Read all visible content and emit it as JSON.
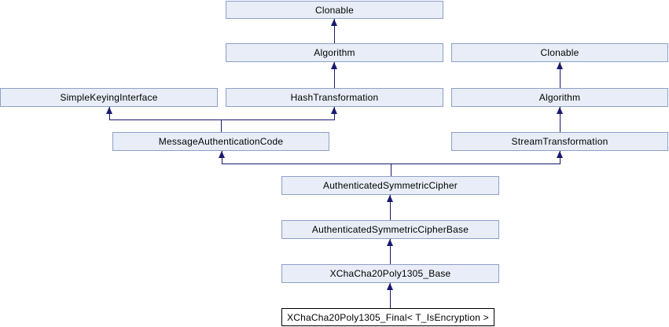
{
  "diagram": {
    "kind": "class-inheritance-graph",
    "colors": {
      "node_fill": "#E8EDF7",
      "node_border": "#8DA0C8",
      "edge": "#191970",
      "text": "#000000",
      "current_fill": "#FFFFFF",
      "current_border": "#000000",
      "background": "#FFFFFF"
    },
    "nodes": [
      {
        "id": "clonable-top",
        "label": "Clonable"
      },
      {
        "id": "algorithm-mid",
        "label": "Algorithm"
      },
      {
        "id": "clonable-right",
        "label": "Clonable"
      },
      {
        "id": "simple-keying-interface",
        "label": "SimpleKeyingInterface"
      },
      {
        "id": "hash-transformation",
        "label": "HashTransformation"
      },
      {
        "id": "algorithm-right",
        "label": "Algorithm"
      },
      {
        "id": "message-authentication-code",
        "label": "MessageAuthenticationCode"
      },
      {
        "id": "stream-transformation",
        "label": "StreamTransformation"
      },
      {
        "id": "authenticated-symmetric-cipher",
        "label": "AuthenticatedSymmetricCipher"
      },
      {
        "id": "authenticated-symmetric-cipher-base",
        "label": "AuthenticatedSymmetricCipherBase"
      },
      {
        "id": "xchacha20poly1305-base",
        "label": "XChaCha20Poly1305_Base"
      },
      {
        "id": "xchacha20poly1305-final",
        "label": "XChaCha20Poly1305_Final< T_IsEncryption >",
        "current": true
      }
    ],
    "edges": [
      {
        "from": "algorithm-mid",
        "to": "clonable-top"
      },
      {
        "from": "hash-transformation",
        "to": "algorithm-mid"
      },
      {
        "from": "algorithm-right",
        "to": "clonable-right"
      },
      {
        "from": "stream-transformation",
        "to": "algorithm-right"
      },
      {
        "from": "message-authentication-code",
        "to": "simple-keying-interface"
      },
      {
        "from": "message-authentication-code",
        "to": "hash-transformation"
      },
      {
        "from": "authenticated-symmetric-cipher",
        "to": "message-authentication-code"
      },
      {
        "from": "authenticated-symmetric-cipher",
        "to": "stream-transformation"
      },
      {
        "from": "authenticated-symmetric-cipher-base",
        "to": "authenticated-symmetric-cipher"
      },
      {
        "from": "xchacha20poly1305-base",
        "to": "authenticated-symmetric-cipher-base"
      },
      {
        "from": "xchacha20poly1305-final",
        "to": "xchacha20poly1305-base"
      }
    ]
  }
}
